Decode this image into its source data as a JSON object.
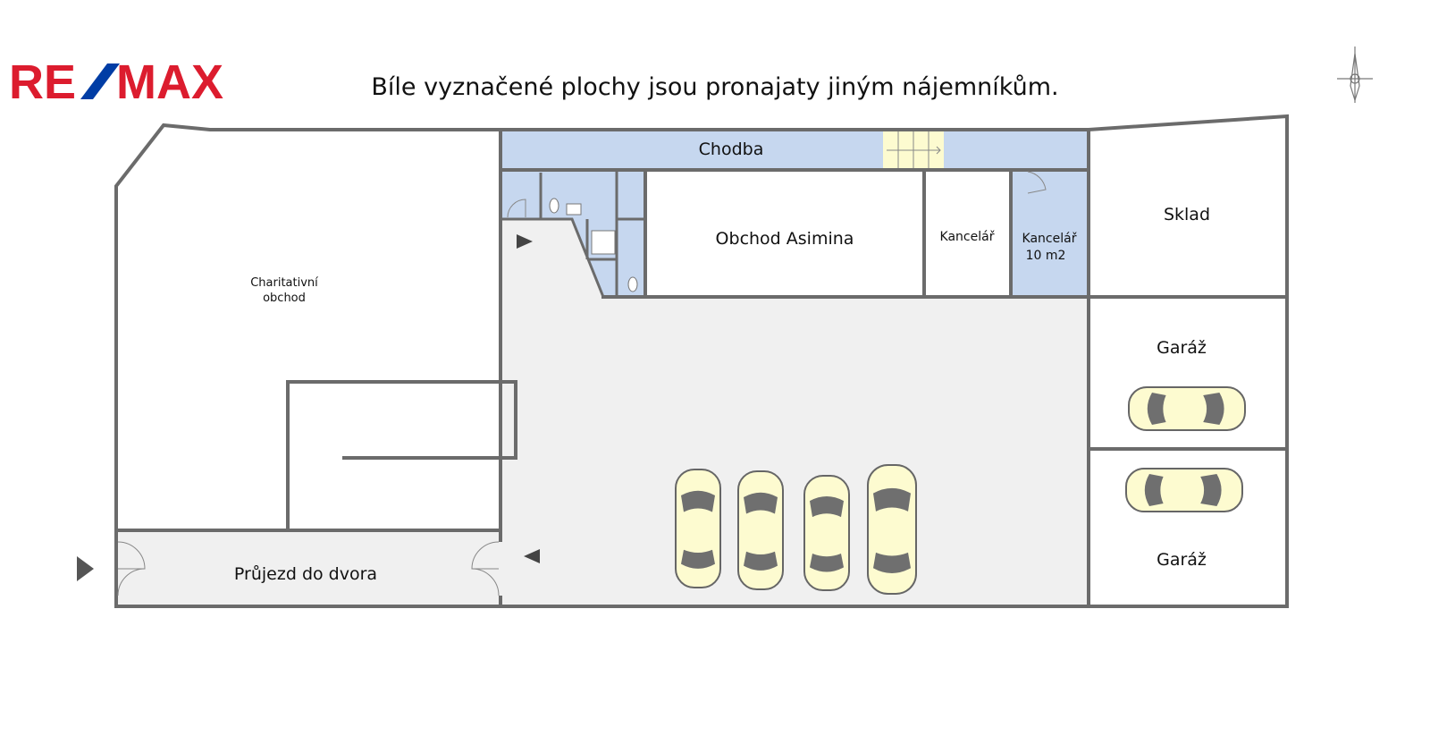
{
  "logo": {
    "text_left": "RE",
    "text_right": "MAX",
    "brand_red": "#dc1c2e",
    "brand_blue": "#003da5"
  },
  "title": "Bíle vyznačené plochy jsou pronajaty jiným nájemníkům.",
  "rooms": {
    "chodba": "Chodba",
    "obchod_asimina": "Obchod Asimina",
    "kancelar": "Kancelář",
    "kancelar_10_line1": "Kancelář",
    "kancelar_10_line2": "10 m2",
    "sklad": "Sklad",
    "charitativni_line1": "Charitativní",
    "charitativni_line2": "obchod",
    "garaz_1": "Garáž",
    "garaz_2": "Garáž",
    "prujezd": "Průjezd do dvora"
  },
  "colors": {
    "wall": "#6b6b6b",
    "rented_blue": "#c6d7ef",
    "yard": "#f0f0f0",
    "stairs": "#fdfbd0"
  },
  "icons": [
    "north-arrow-icon",
    "entrance-arrow-icon",
    "car-icon",
    "toilet-icon",
    "sink-icon",
    "shower-icon",
    "stairs-icon"
  ]
}
